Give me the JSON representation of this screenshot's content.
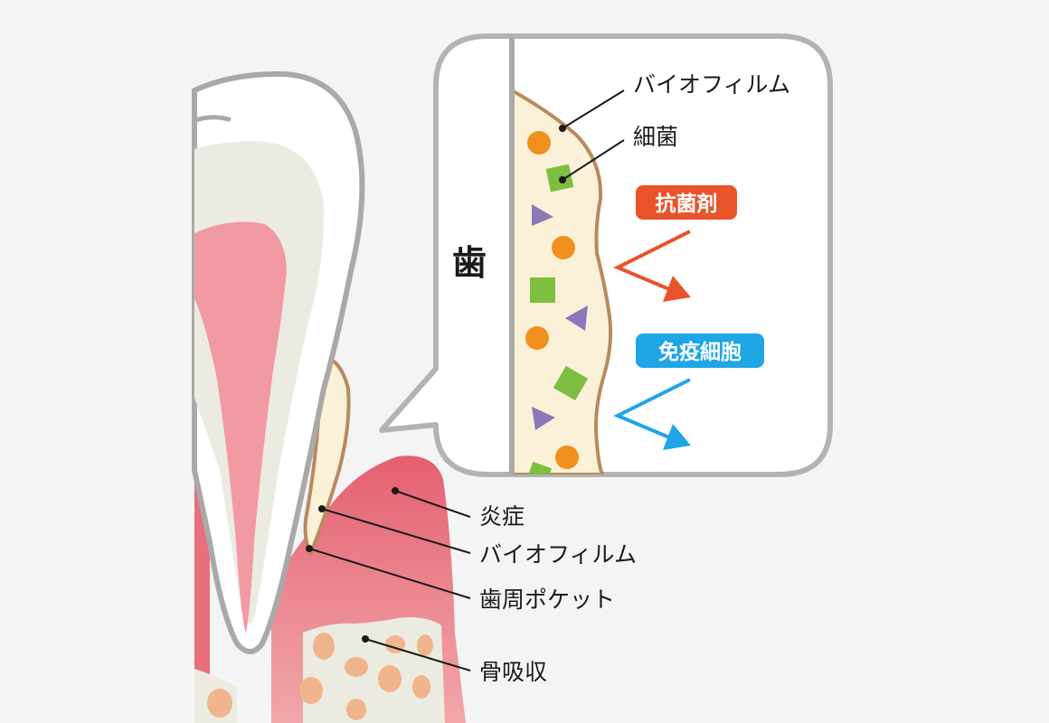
{
  "inset": {
    "tooth_label": "歯",
    "biofilm_label": "バイオフィルム",
    "bacteria_label": "細菌",
    "antibacterial_label": "抗菌剤",
    "immune_label": "免疫細胞"
  },
  "main": {
    "inflammation_label": "炎症",
    "biofilm_label": "バイオフィルム",
    "pocket_label": "歯周ポケット",
    "bone_label": "骨吸収"
  },
  "colors": {
    "background": "#f4f4f4",
    "outline_gray": "#a9a9a9",
    "gum_pink": "#e86f7c",
    "pulp_pink": "#f29aa3",
    "dentin": "#ecebe2",
    "biofilm_fill": "#fbf1d9",
    "biofilm_edge": "#b88a5e",
    "bacteria_orange": "#f0901e",
    "bacteria_green": "#7fbf3f",
    "bacteria_purple": "#8a78b8",
    "antibacterial_red": "#e9532a",
    "immune_blue": "#1ea6e6",
    "bone_fill": "#ecebe2",
    "bone_spot": "#f0b58c"
  }
}
